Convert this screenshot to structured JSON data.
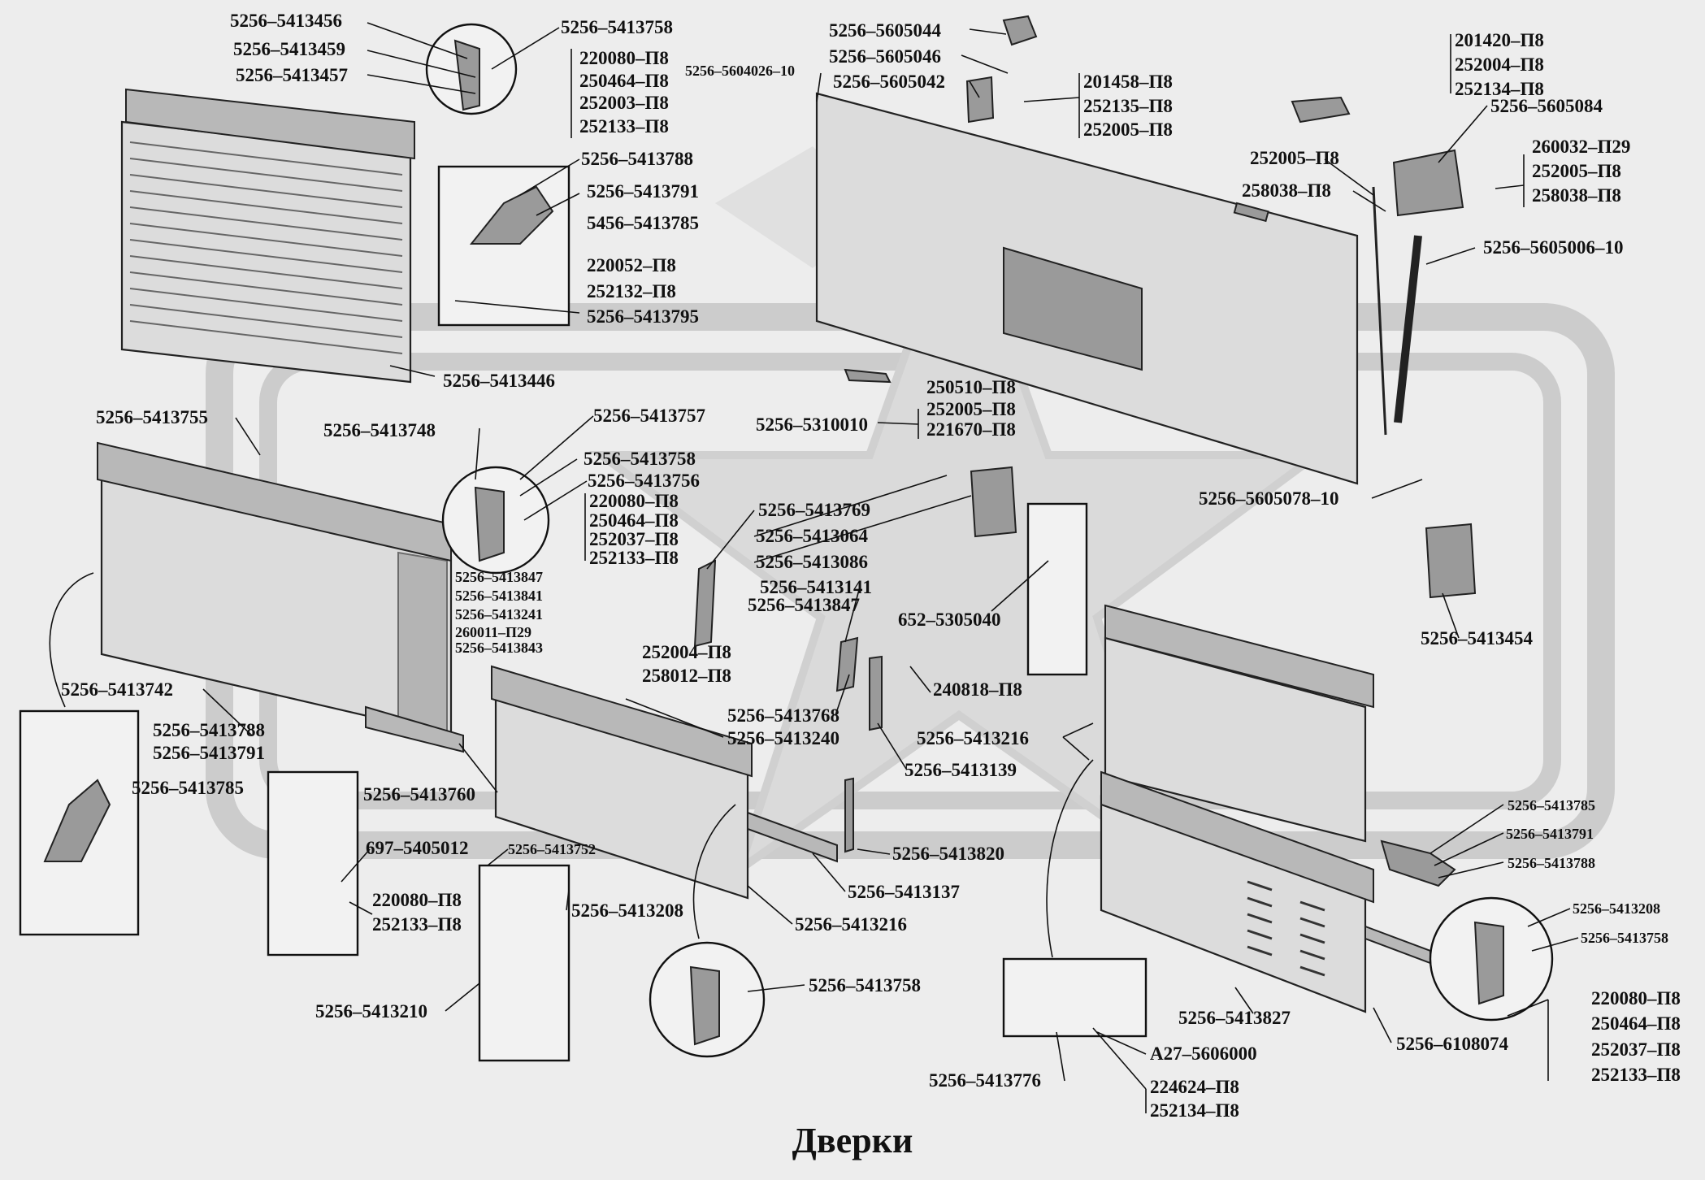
{
  "caption": "Дверки",
  "labels": [
    "5256–5413456",
    "5256–5413459",
    "5256–5413457",
    "5256–5413758",
    "220080–П8",
    "250464–П8",
    "252003–П8",
    "252133–П8",
    "5256–5413788",
    "5256–5413791",
    "5456–5413785",
    "220052–П8",
    "252132–П8",
    "5256–5413795",
    "5256–5413446",
    "5256–5605044",
    "5256–5605046",
    "5256–5604026–10",
    "5256–5605042",
    "201458–П8",
    "252135–П8",
    "252005–П8",
    "201420–П8",
    "252004–П8",
    "252134–П8",
    "5256–5605084",
    "252005–П8",
    "258038–П8",
    "260032–П29",
    "252005–П8",
    "258038–П8",
    "5256–5605006–10",
    "5256–5310010",
    "250510–П8",
    "252005–П8",
    "221670–П8",
    "5256–5605078–10",
    "5256–5413755",
    "5256–5413748",
    "5256–5413757",
    "5256–5413758",
    "5256–5413756",
    "220080–П8",
    "250464–П8",
    "252037–П8",
    "252133–П8",
    "5256–5413769",
    "5256–5413064",
    "5256–5413086",
    "5256–5413141",
    "5256–5413847",
    "5256–5413847",
    "5256–5413841",
    "5256–5413241",
    "260011–П29",
    "5256–5413843",
    "252004–П8",
    "258012–П8",
    "652–5305040",
    "240818–П8",
    "5256–5413742",
    "5256–5413788",
    "5256–5413791",
    "5256–5413785",
    "5256–5413768",
    "5256–5413240",
    "5256–5413216",
    "5256–5413139",
    "5256–5413454",
    "5256–5413760",
    "697–5405012",
    "5256–5413752",
    "220080–П8",
    "252133–П8",
    "5256–5413208",
    "5256–5413820",
    "5256–5413137",
    "5256–5413216",
    "5256–5413210",
    "5256–5413758",
    "5256–5413785",
    "5256–5413791",
    "5256–5413788",
    "5256–5413208",
    "5256–5413758",
    "5256–5413827",
    "5256–6108074",
    "220080–П8",
    "250464–П8",
    "252037–П8",
    "252133–П8",
    "А27–5606000",
    "5256–5413776",
    "224624–П8",
    "252134–П8"
  ]
}
